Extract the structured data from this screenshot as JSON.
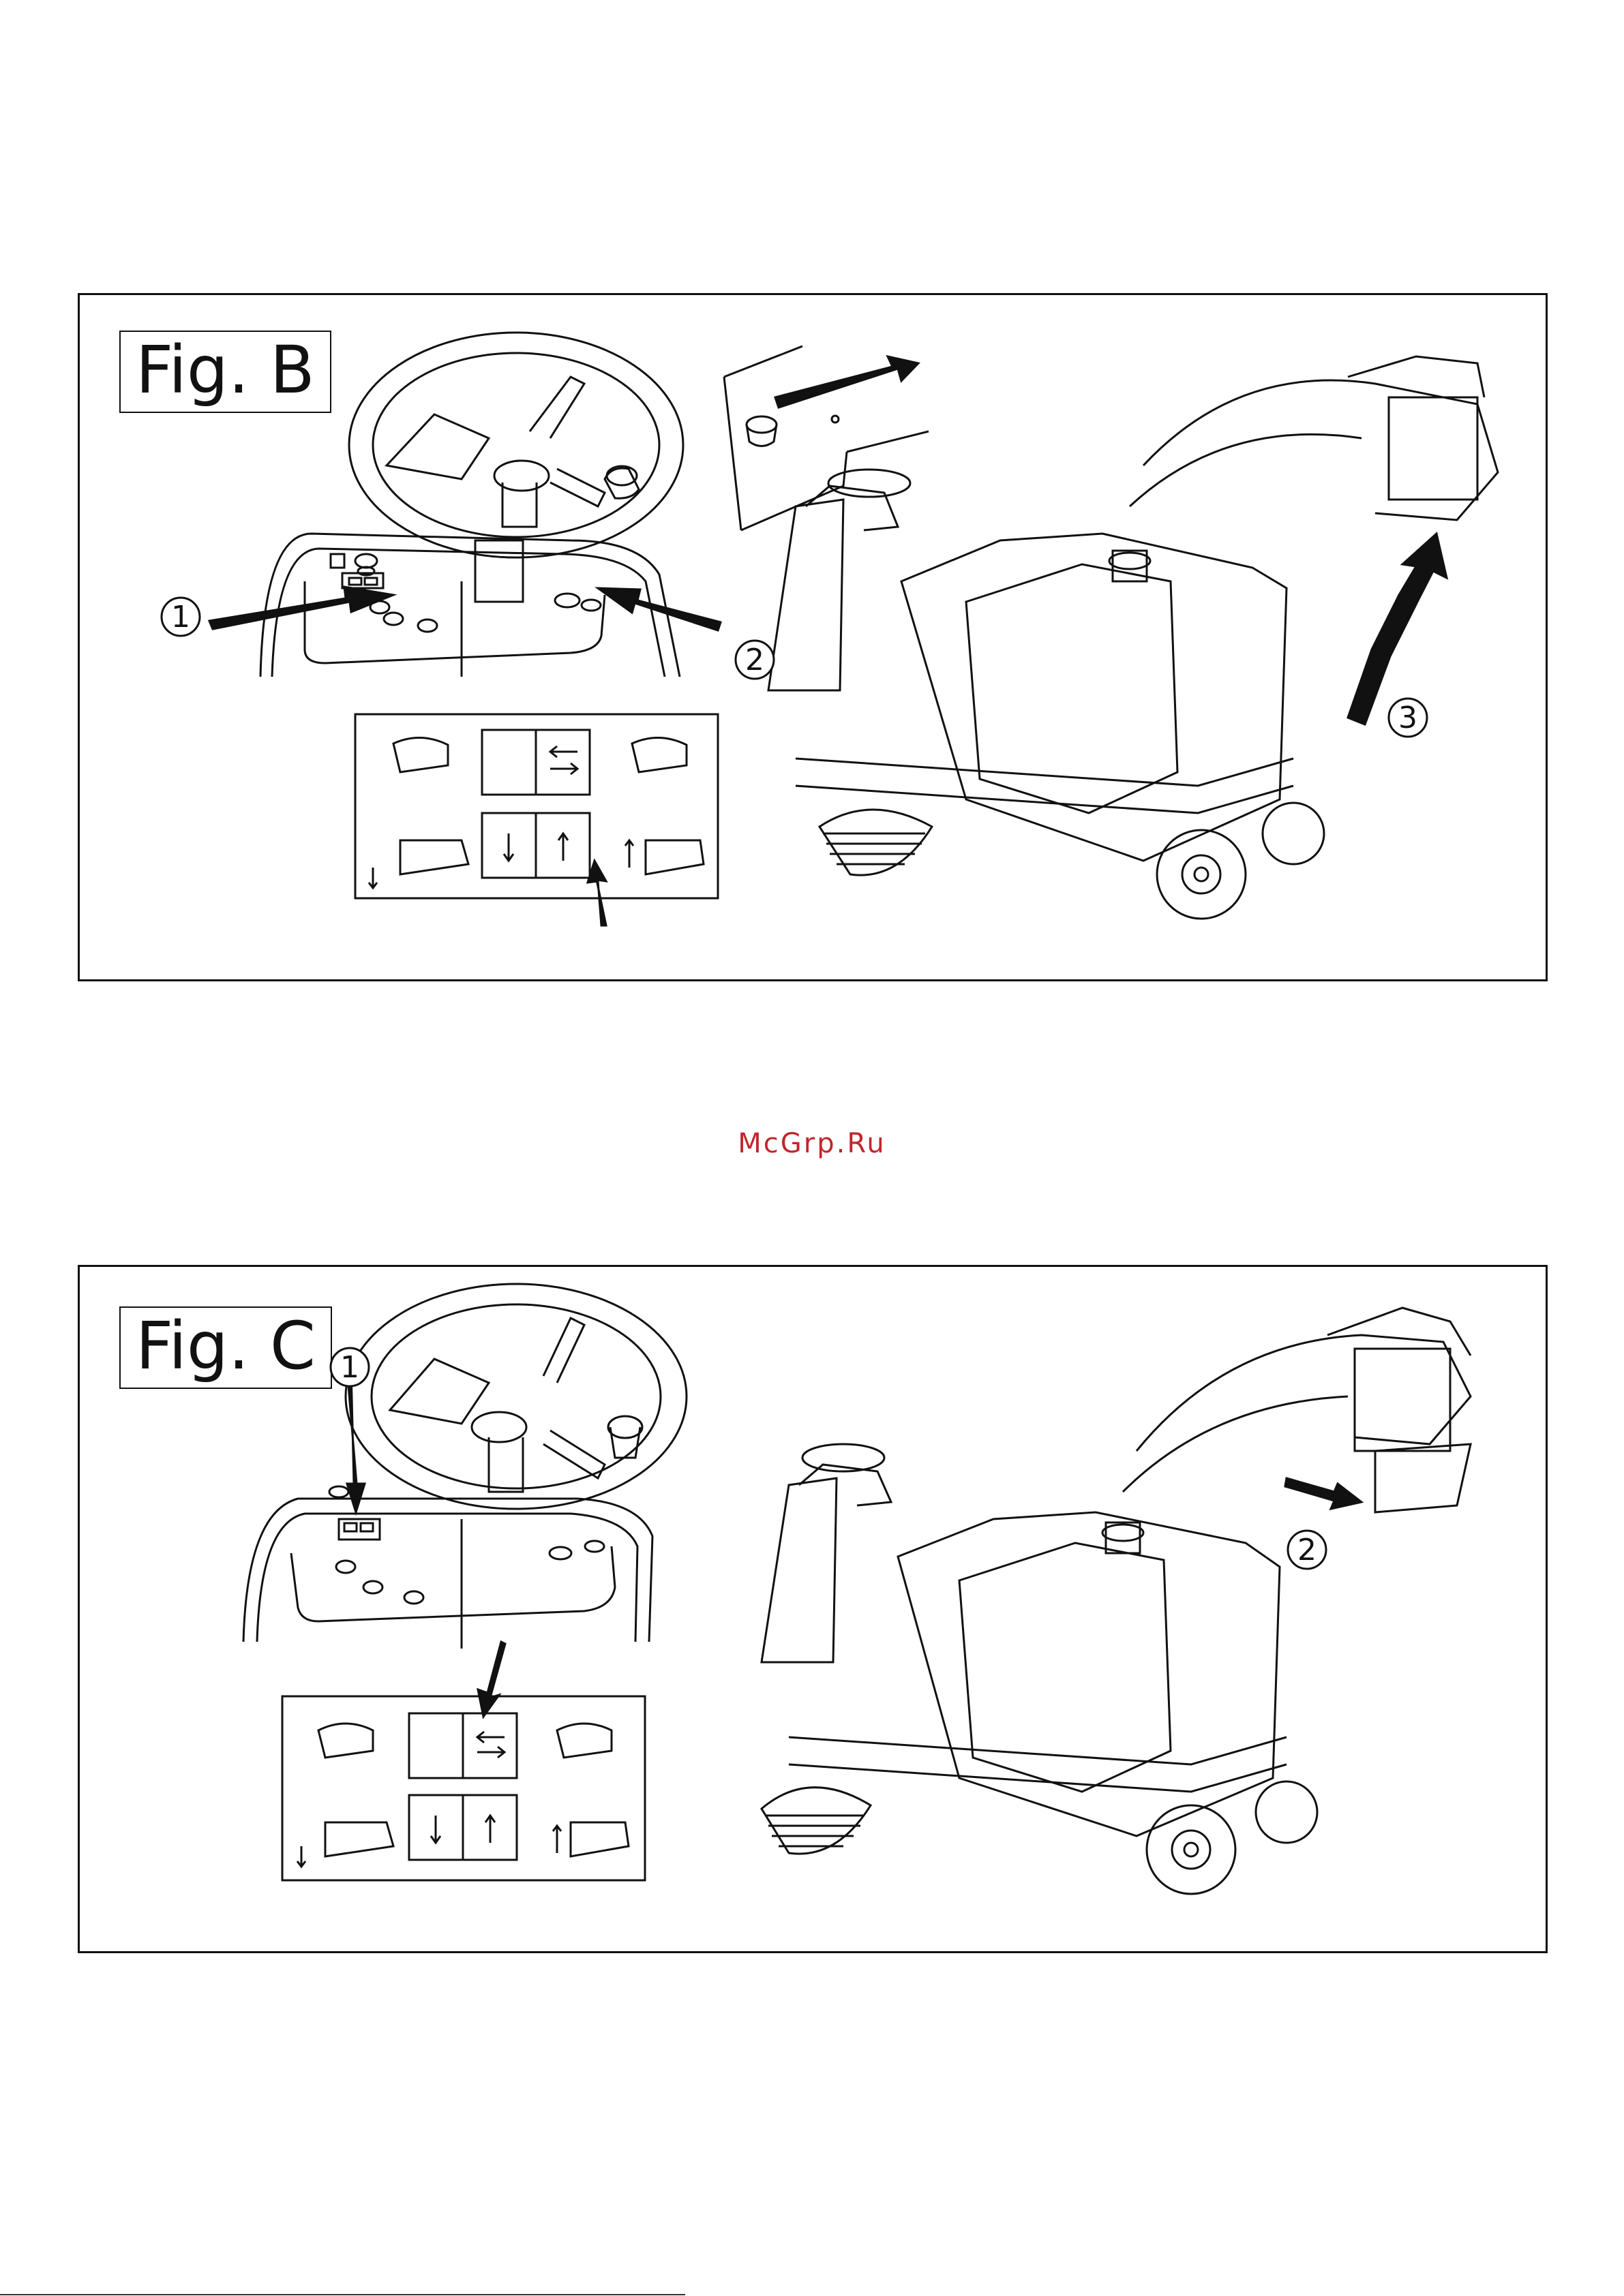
{
  "figures": [
    {
      "label": "Fig. B",
      "callouts": [
        "1",
        "2",
        "3"
      ]
    },
    {
      "label": "Fig. C",
      "callouts": [
        "1",
        "2"
      ]
    }
  ],
  "watermark": "McGrp.Ru",
  "colors": {
    "line": "#111111",
    "watermark": "#c0262c"
  }
}
